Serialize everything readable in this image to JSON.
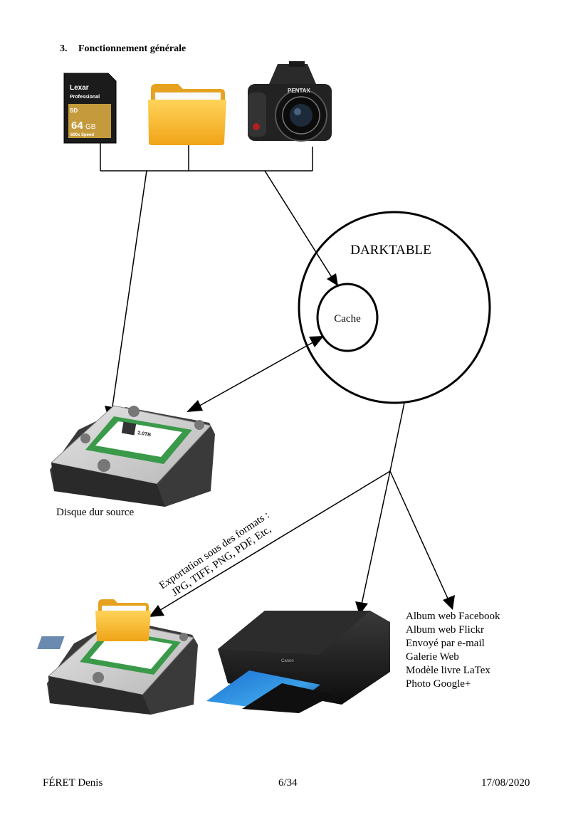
{
  "section": {
    "number": "3.",
    "title": "Fonctionnement générale"
  },
  "sources": {
    "sd_card": {
      "brand": "Lexar",
      "line": "Professional",
      "capacity": "64",
      "unit": "GB",
      "speed": "600x Speed",
      "icon": "sd-card-icon"
    },
    "folder": {
      "icon": "folder-icon"
    },
    "camera": {
      "brand": "PENTAX",
      "icon": "camera-icon"
    }
  },
  "darktable": {
    "label": "DARKTABLE",
    "cache_label": "Cache"
  },
  "source_disk": {
    "label": "Disque dur source",
    "drive_capacity": "2.0TB",
    "icon": "hard-drive-icon"
  },
  "export": {
    "line1": "Exportation sous des formats :",
    "line2": "JPG, TIFF, PNG, PDF, Etc,"
  },
  "printer": {
    "brand": "Canon",
    "icon": "printer-icon"
  },
  "destinations": [
    "Album web Facebook",
    "Album web Flickr",
    "Envoyé par e-mail",
    "Galerie Web",
    "Modèle livre LaTex",
    "Photo Google+"
  ],
  "footer": {
    "author": "FÉRET Denis",
    "page": "6/34",
    "date": "17/08/2020"
  },
  "colors": {
    "folder": "#f5b52e",
    "drive_label": "#3a9a4a",
    "lines": "#000000"
  }
}
